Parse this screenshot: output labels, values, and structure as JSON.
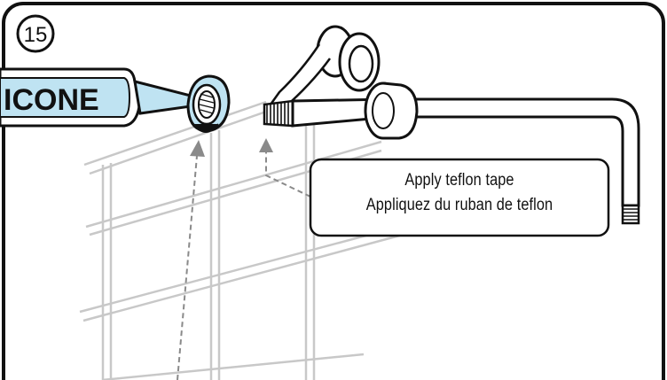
{
  "step": {
    "number": "15"
  },
  "tube": {
    "label": "ICONE"
  },
  "callout": {
    "line_en": "Apply teflon tape",
    "line_fr": "Appliquez du ruban de teflon"
  },
  "colors": {
    "frame": "#111111",
    "tile_lines": "#c8c8c8",
    "tube_fill": "#bfe3f2",
    "arrow": "#8a8a8a"
  }
}
